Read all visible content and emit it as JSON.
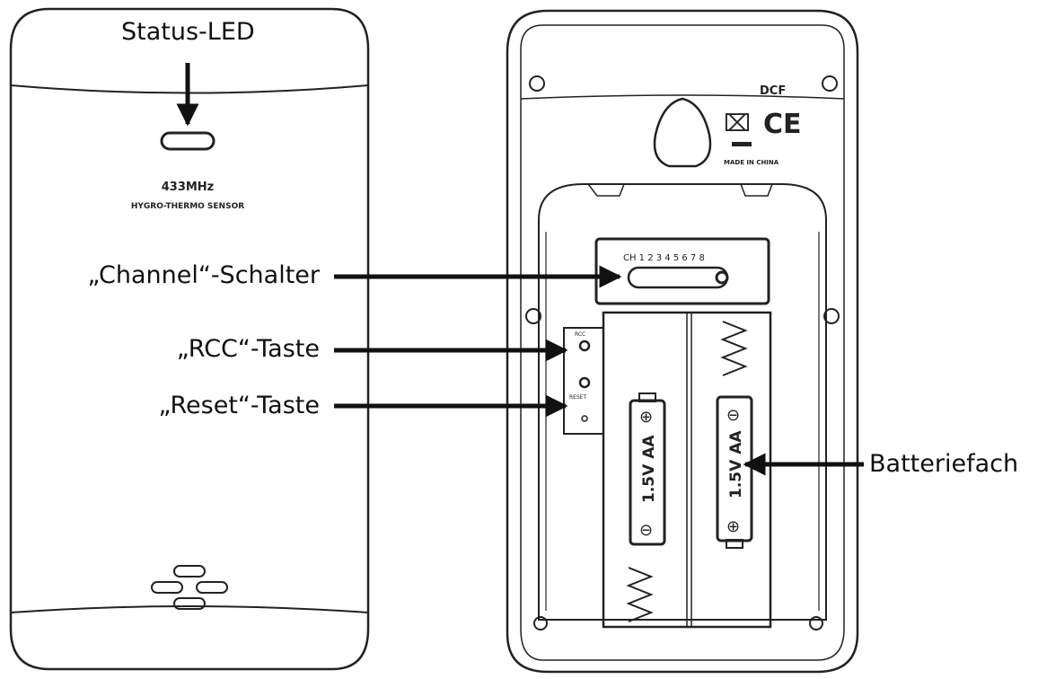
{
  "front": {
    "model_text": "433MHz",
    "sensor_text": "HYGRO-THERMO SENSOR"
  },
  "back": {
    "dcf_text": "DCF",
    "ce_text": "CE",
    "made_in_text": "MADE IN CHINA",
    "channel_scale": "CH 1 2 3 4 5 6 7 8",
    "rcc_label": "RCC",
    "reset_label": "RESET",
    "battery_label": "1.5V AA"
  },
  "labels": {
    "status_led": "Status-LED",
    "channel_switch": "„Channel“-Schalter",
    "rcc_button": "„RCC“-Taste",
    "reset_button": "„Reset“-Taste",
    "battery_compartment": "Batteriefach"
  }
}
